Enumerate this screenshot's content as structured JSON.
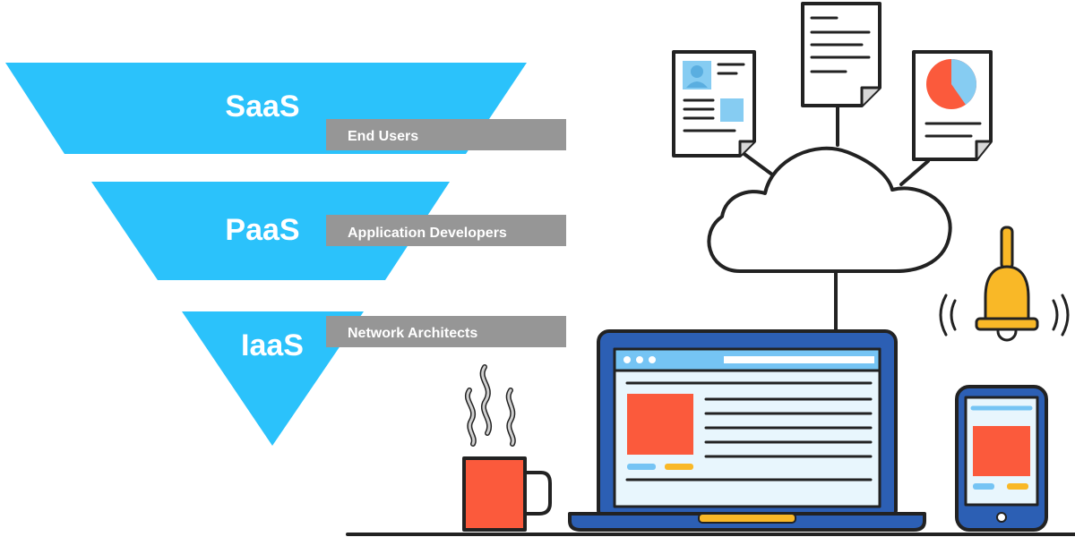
{
  "pyramid": {
    "tiers": [
      {
        "title": "SaaS",
        "audience": "End Users"
      },
      {
        "title": "PaaS",
        "audience": "Application Developers"
      },
      {
        "title": "IaaS",
        "audience": "Network Architects"
      }
    ]
  },
  "colors": {
    "tier_fill": "#2bc2fb",
    "label_fill": "#969696",
    "outline": "#222222",
    "screen_bg": "#e8f6fd",
    "frame": "#2c5fb4",
    "accent_orange": "#fb5a3c",
    "accent_yellow": "#f9b827",
    "accent_blue": "#75c4f4"
  },
  "illustration": {
    "icons": [
      "profile-document-icon",
      "text-document-icon",
      "pie-chart-document-icon",
      "cloud-icon",
      "bell-icon",
      "laptop-icon",
      "smartphone-icon",
      "coffee-mug-icon"
    ]
  }
}
